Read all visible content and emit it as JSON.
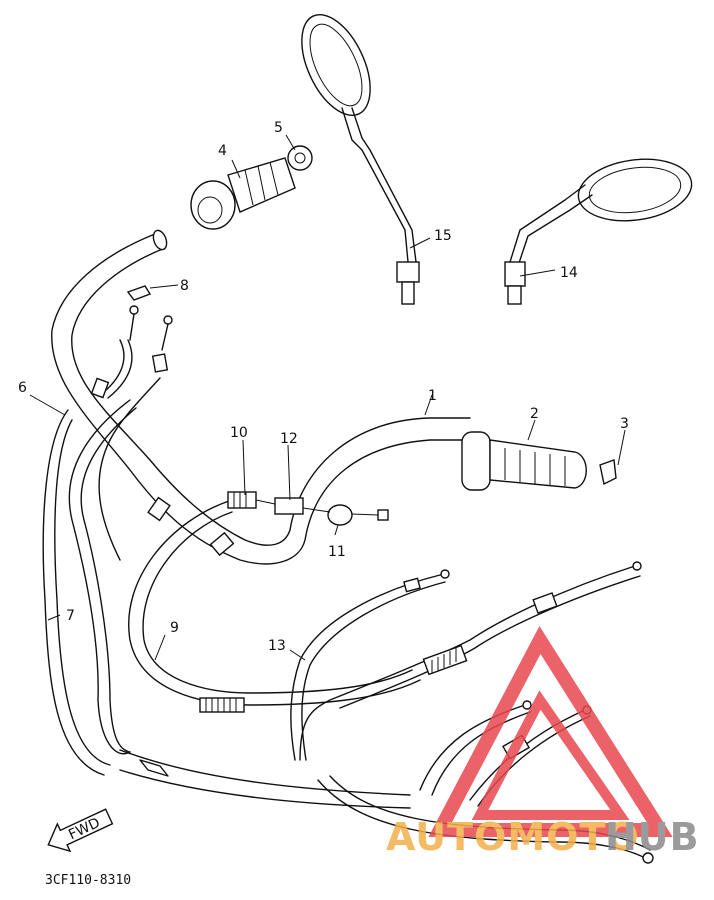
{
  "parts": [
    {
      "number": "1",
      "name": "handlebar"
    },
    {
      "number": "2",
      "name": "grip-right"
    },
    {
      "number": "3",
      "name": "grip-end-right"
    },
    {
      "number": "4",
      "name": "throttle-grip"
    },
    {
      "number": "5",
      "name": "grip-end-left"
    },
    {
      "number": "6",
      "name": "cable-6"
    },
    {
      "number": "7",
      "name": "cable-7"
    },
    {
      "number": "8",
      "name": "cable-clip"
    },
    {
      "number": "9",
      "name": "cable-9"
    },
    {
      "number": "10",
      "name": "adjuster-10"
    },
    {
      "number": "11",
      "name": "holder-11"
    },
    {
      "number": "12",
      "name": "adjuster-12"
    },
    {
      "number": "13",
      "name": "cable-13"
    },
    {
      "number": "14",
      "name": "mirror-right"
    },
    {
      "number": "15",
      "name": "mirror-left"
    }
  ],
  "direction_arrow": "FWD",
  "diagram_code": "3CF110-8310",
  "watermark": {
    "text_part1": "AUTOMOTO",
    "text_part2": "HUB",
    "color_triangle": "#e8484e",
    "color_text1": "#f4b04a",
    "color_text2": "#8a8a8a"
  }
}
